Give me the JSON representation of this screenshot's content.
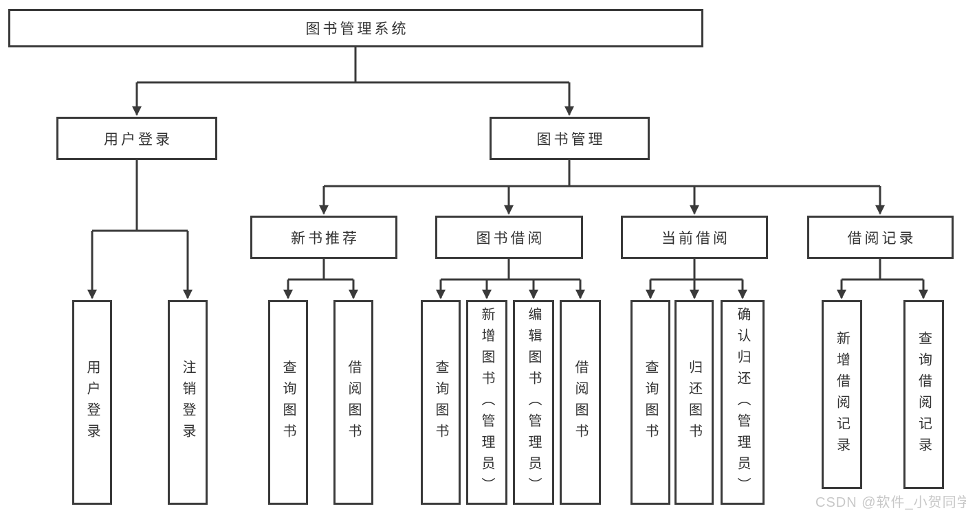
{
  "tree": {
    "root": {
      "label": "图书管理系统",
      "children": [
        {
          "label": "用户登录",
          "children": [
            {
              "label": "用户登录"
            },
            {
              "label": "注销登录"
            }
          ]
        },
        {
          "label": "图书管理",
          "children": [
            {
              "label": "新书推荐",
              "children": [
                {
                  "label": "查询图书"
                },
                {
                  "label": "借阅图书"
                }
              ]
            },
            {
              "label": "图书借阅",
              "children": [
                {
                  "label": "查询图书"
                },
                {
                  "label": "新增图书（管理员）"
                },
                {
                  "label": "编辑图书（管理员）"
                },
                {
                  "label": "借阅图书"
                }
              ]
            },
            {
              "label": "当前借阅",
              "children": [
                {
                  "label": "查询图书"
                },
                {
                  "label": "归还图书"
                },
                {
                  "label": "确认归还（管理员）"
                }
              ]
            },
            {
              "label": "借阅记录",
              "children": [
                {
                  "label": "新增借阅记录"
                },
                {
                  "label": "查询借阅记录"
                }
              ]
            }
          ]
        }
      ]
    }
  },
  "watermark": {
    "text": "CSDN @软件_小贺同学"
  },
  "colors": {
    "line": "#3a3a3a",
    "box_border": "#3a3a3a",
    "text": "#333333",
    "watermark": "#c8c8c8",
    "background": "#ffffff"
  }
}
